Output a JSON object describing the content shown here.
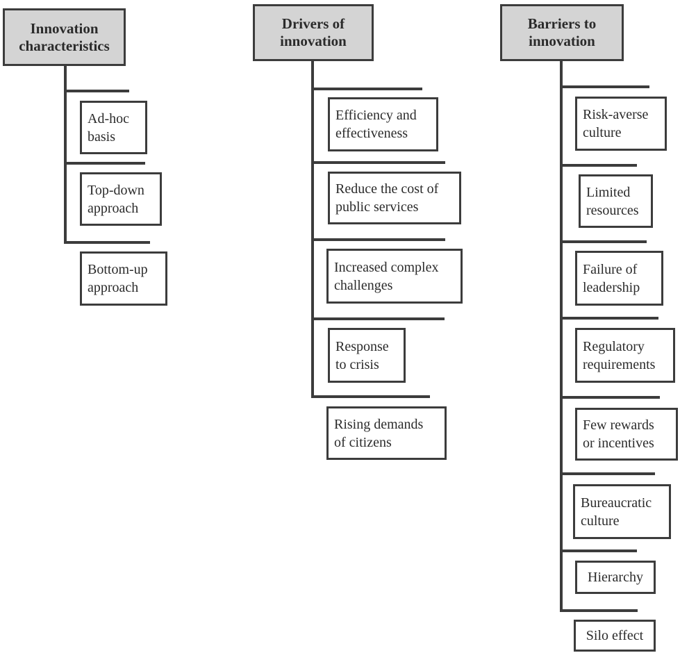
{
  "columns": [
    {
      "id": "characteristics",
      "title": "Innovation\ncharacteristics",
      "items": [
        "Ad-hoc\nbasis",
        "Top-down\napproach",
        "Bottom-up\napproach"
      ]
    },
    {
      "id": "drivers",
      "title": "Drivers of\ninnovation",
      "items": [
        "Efficiency and\neffectiveness",
        "Reduce the cost of\npublic services",
        "Increased complex\nchallenges",
        "Response\nto crisis",
        "Rising demands\nof citizens"
      ]
    },
    {
      "id": "barriers",
      "title": "Barriers to\ninnovation",
      "items": [
        "Risk-averse\nculture",
        "Limited\nresources",
        "Failure of\nleadership",
        "Regulatory\nrequirements",
        "Few rewards\nor incentives",
        "Bureaucratic\nculture",
        "Hierarchy",
        "Silo effect"
      ]
    }
  ]
}
